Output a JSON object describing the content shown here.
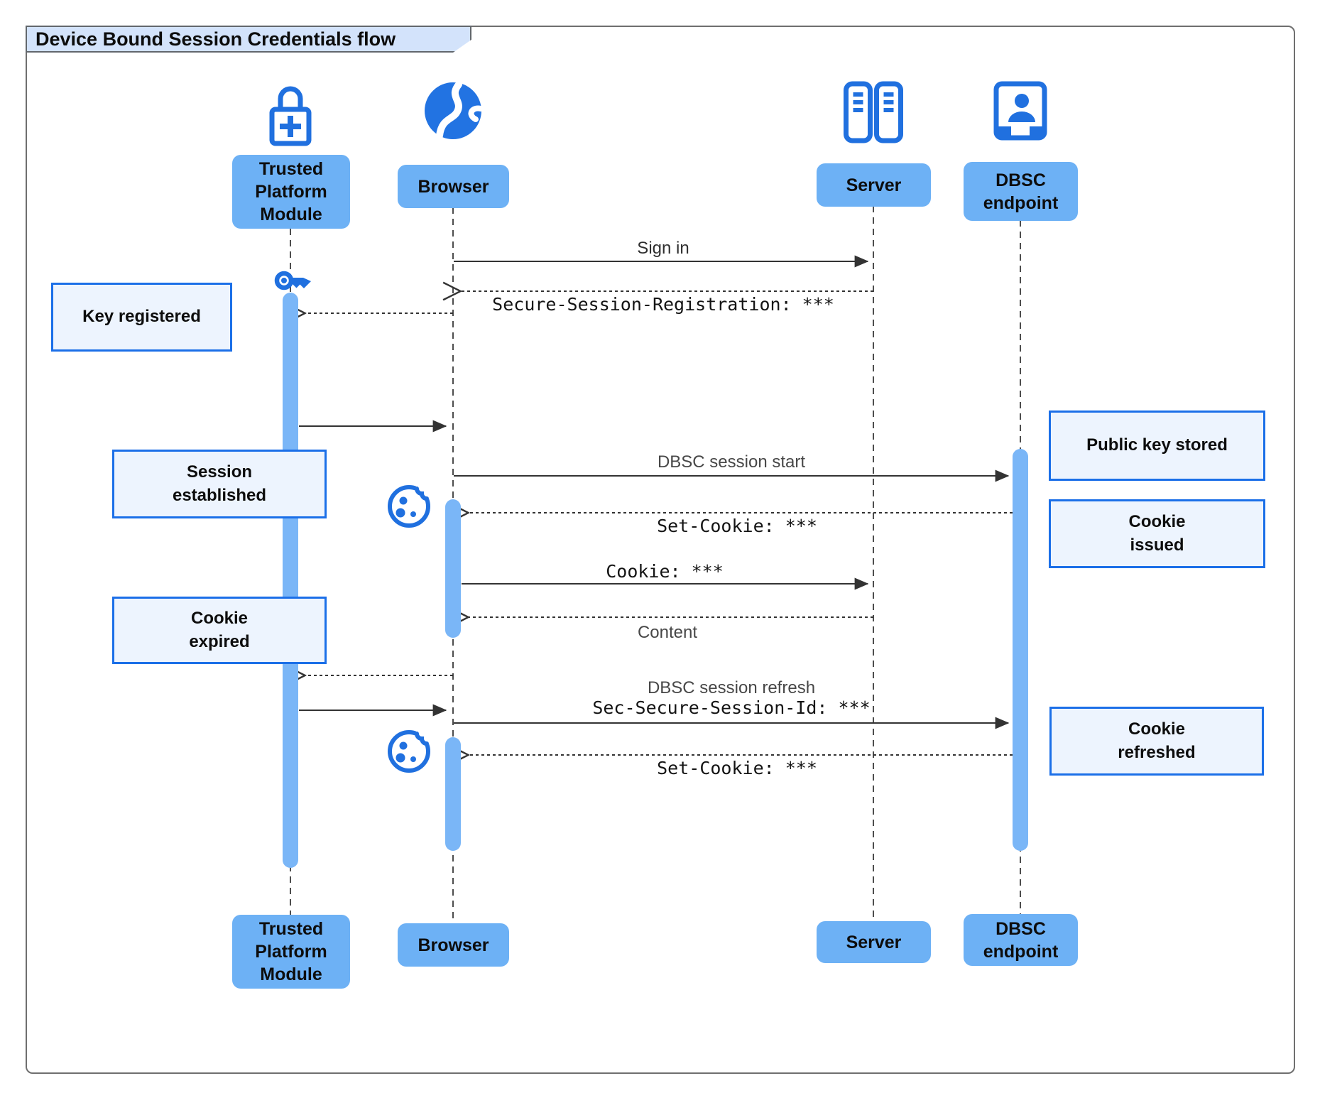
{
  "title": "Device Bound Session Credentials flow",
  "actors": {
    "tpm": {
      "label": [
        "Trusted",
        "Platform",
        "Module"
      ],
      "icon": "lock-plus-icon"
    },
    "browser": {
      "label": "Browser",
      "icon": "globe-icon"
    },
    "server": {
      "label": "Server",
      "icon": "server-icon"
    },
    "dbsc": {
      "label": [
        "DBSC",
        "endpoint"
      ],
      "icon": "endpoint-badge-icon"
    }
  },
  "messages": {
    "sign_in": "Sign in",
    "secure_session_registration": "Secure-Session-Registration: ***",
    "dbsc_session_start": "DBSC session start",
    "set_cookie_first": "Set-Cookie: ***",
    "cookie": "Cookie: ***",
    "content": "Content",
    "dbsc_session_refresh": "DBSC session refresh",
    "sec_secure_session_id": "Sec-Secure-Session-Id: ***",
    "set_cookie_refresh": "Set-Cookie: ***"
  },
  "notes": {
    "key_registered": "Key registered",
    "session_established": [
      "Session",
      "established"
    ],
    "cookie_expired": [
      "Cookie",
      "expired"
    ],
    "public_key_stored": "Public key stored",
    "cookie_issued": [
      "Cookie",
      "issued"
    ],
    "cookie_refreshed": [
      "Cookie",
      "refreshed"
    ]
  },
  "colors": {
    "actor_box": "#6db1f5",
    "activation_bar": "#7ab6f7",
    "note_fill": "#edf4fe",
    "note_border": "#1b6fe8",
    "icon_blue": "#2070df",
    "title_tab_fill": "#d3e3fb",
    "line": "#333333"
  }
}
